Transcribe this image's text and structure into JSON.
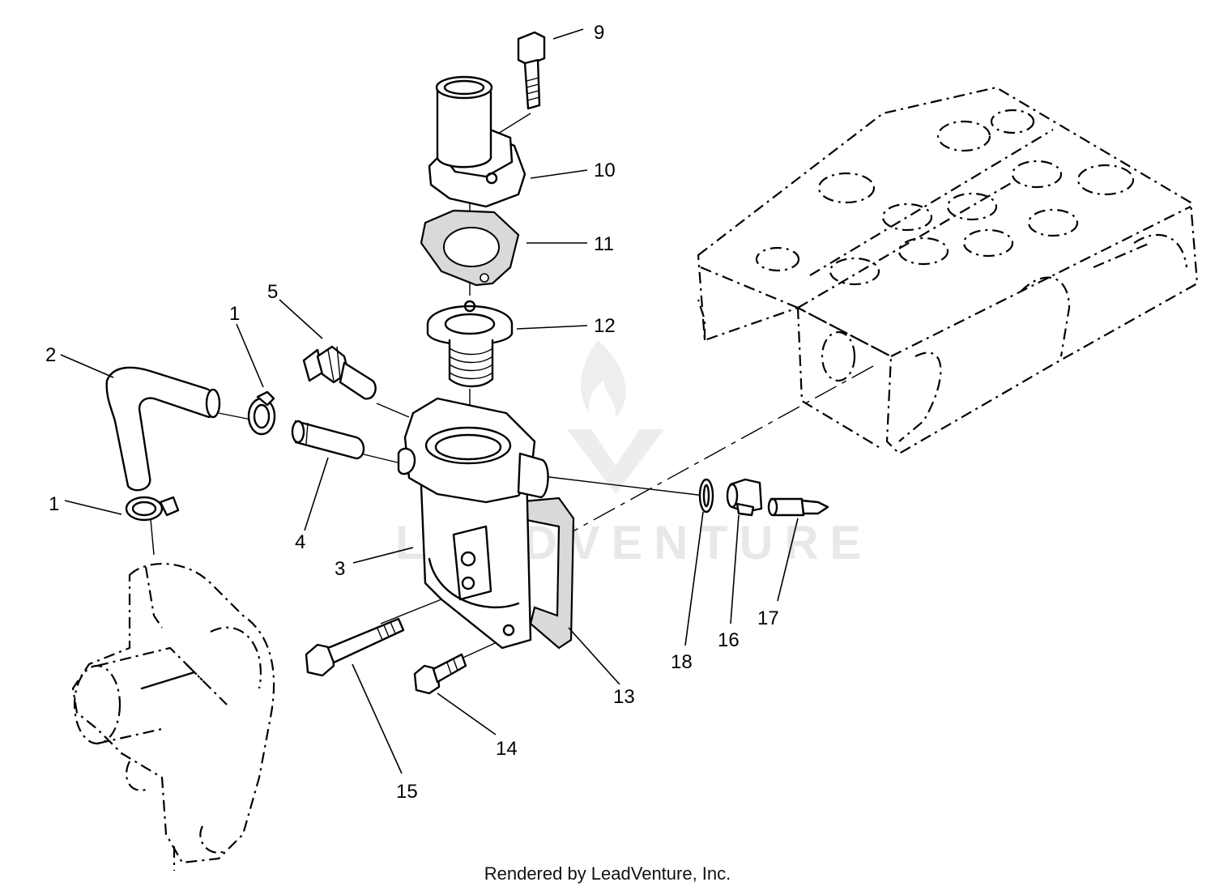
{
  "footer": {
    "credit": "Rendered by LeadVenture, Inc."
  },
  "watermark": {
    "text": "LEADVENTURE"
  },
  "callouts": [
    "9",
    "10",
    "11",
    "12",
    "5",
    "1",
    "2",
    "1",
    "4",
    "3",
    "13",
    "14",
    "15",
    "18",
    "16",
    "17"
  ],
  "parts": [
    "bolt",
    "thermostat-cover-outlet",
    "cover-gasket",
    "thermostat",
    "temperature-sender",
    "hose-clamp",
    "bypass-hose",
    "hose-clamp",
    "nipple-tube",
    "thermostat-housing",
    "housing-gasket",
    "short-bolt",
    "long-bolt",
    "o-ring",
    "adapter",
    "temperature-switch",
    "water-pump",
    "cylinder-head"
  ]
}
